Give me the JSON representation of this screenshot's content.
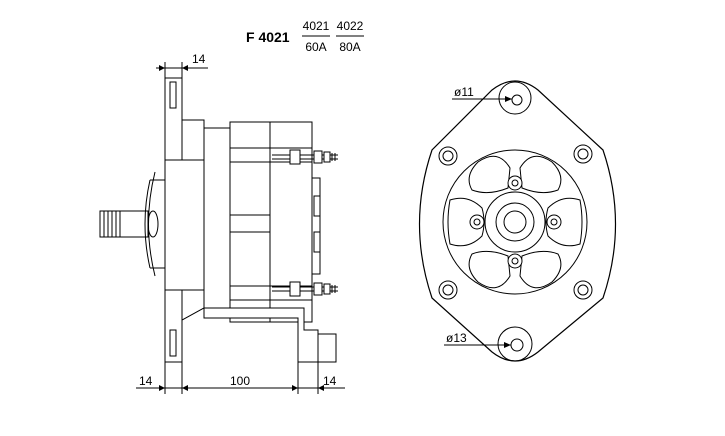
{
  "title": {
    "model": "F 4021",
    "variants": [
      {
        "code": "4021",
        "rating": "60A"
      },
      {
        "code": "4022",
        "rating": "80A"
      }
    ]
  },
  "dimensions": {
    "top_flange": "14",
    "bottom_left": "14",
    "bottom_mid": "100",
    "bottom_right": "14",
    "hole_top": "ø11",
    "hole_bottom": "ø13"
  }
}
